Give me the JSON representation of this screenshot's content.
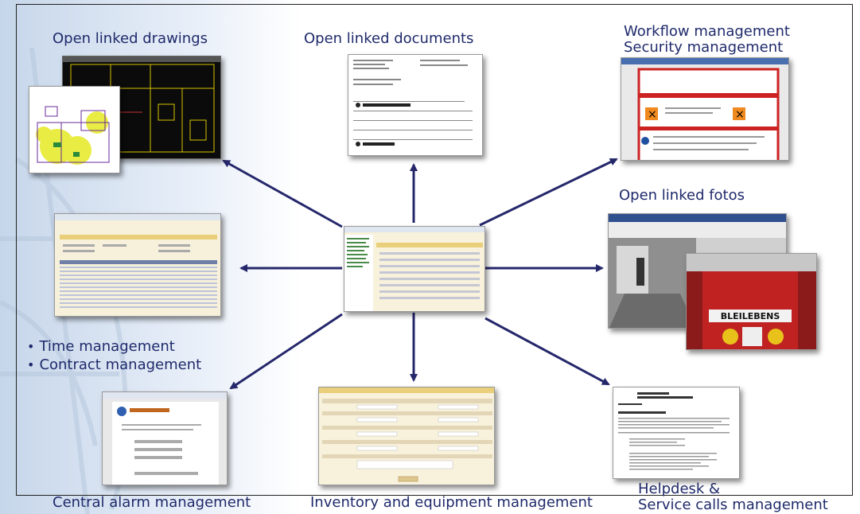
{
  "labels": {
    "drawings": "Open linked drawings",
    "documents": "Open linked documents",
    "workflow": "Workflow management",
    "security": "Security management",
    "fotos": "Open linked fotos",
    "time": "Time management",
    "contract": "Contract management",
    "alarm": "Central alarm management",
    "inventory": "Inventory and equipment management",
    "helpdesk": "Helpdesk  &",
    "service": "Service calls management"
  },
  "bullet_symbol": "•",
  "photo_text": "BLEILEBENS",
  "colors": {
    "label_text": "#1f2a6b",
    "arrow": "#25276b",
    "background_blue": "#d8e4f2"
  }
}
